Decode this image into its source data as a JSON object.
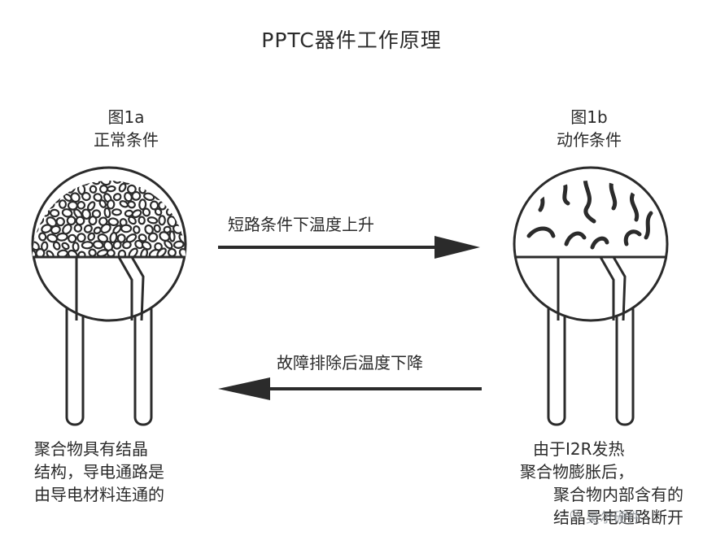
{
  "title": "PPTC器件工作原理",
  "fig_a": {
    "id": "图1a",
    "caption": "正常条件"
  },
  "fig_b": {
    "id": "图1b",
    "caption": "动作条件"
  },
  "arrow_forward": {
    "label": "短路条件下温度上升"
  },
  "arrow_back": {
    "label": "故障排除后温度下降"
  },
  "desc_a": [
    "聚合物具有结晶",
    "结构，导电通路是",
    "由导电材料连通的"
  ],
  "desc_b": [
    "由于I2R发热",
    "聚合物膨胀后，",
    "聚合物内部含有的",
    "结晶导电通路断开"
  ],
  "watermark": "吴尔硬件",
  "colors": {
    "ink": "#2b2b2b",
    "background": "#ffffff"
  }
}
